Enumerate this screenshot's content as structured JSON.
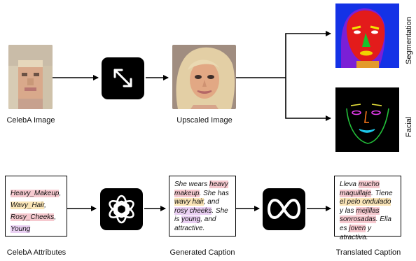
{
  "labels": {
    "celeba_image": "CelebA Image",
    "upscaled_image": "Upscaled Image",
    "segmentation": "Segmentation",
    "facial": "Facial",
    "celeba_attributes": "CelebA Attributes",
    "generated_caption": "Generated Caption",
    "translated_caption": "Translated Caption"
  },
  "attributes": [
    "Heavy_Makeup",
    "Wavy_Hair",
    "Rosy_Cheeks",
    "Young"
  ],
  "attribute_separator": ",",
  "generated_caption": {
    "p1": "She wears ",
    "h1": "heavy makeup",
    "p2": ". She has ",
    "h2": "wavy hair",
    "p3": ", and ",
    "h3": "rosy cheeks",
    "p4": ". She is ",
    "h4": "young",
    "p5": ", and attractive."
  },
  "translated_caption": {
    "p1": "Lleva ",
    "h1": "mucho maquillaje",
    "p2": ". Tiene ",
    "h2": "el pelo ondulado",
    "p3": " y las ",
    "h3": "mejillas sonrosadas",
    "p4": ". Ella es ",
    "h4": "joven",
    "p5": " y atractiva."
  },
  "icons": {
    "upscale": "expand-arrows-icon",
    "caption_model": "openai-logo-icon",
    "translation_model": "meta-logo-icon"
  },
  "colors": {
    "highlight_pink": "#f6c9cf",
    "highlight_yellow": "#fbe6b8",
    "highlight_lilac": "#ead0f3",
    "icon_background": "#000000"
  }
}
